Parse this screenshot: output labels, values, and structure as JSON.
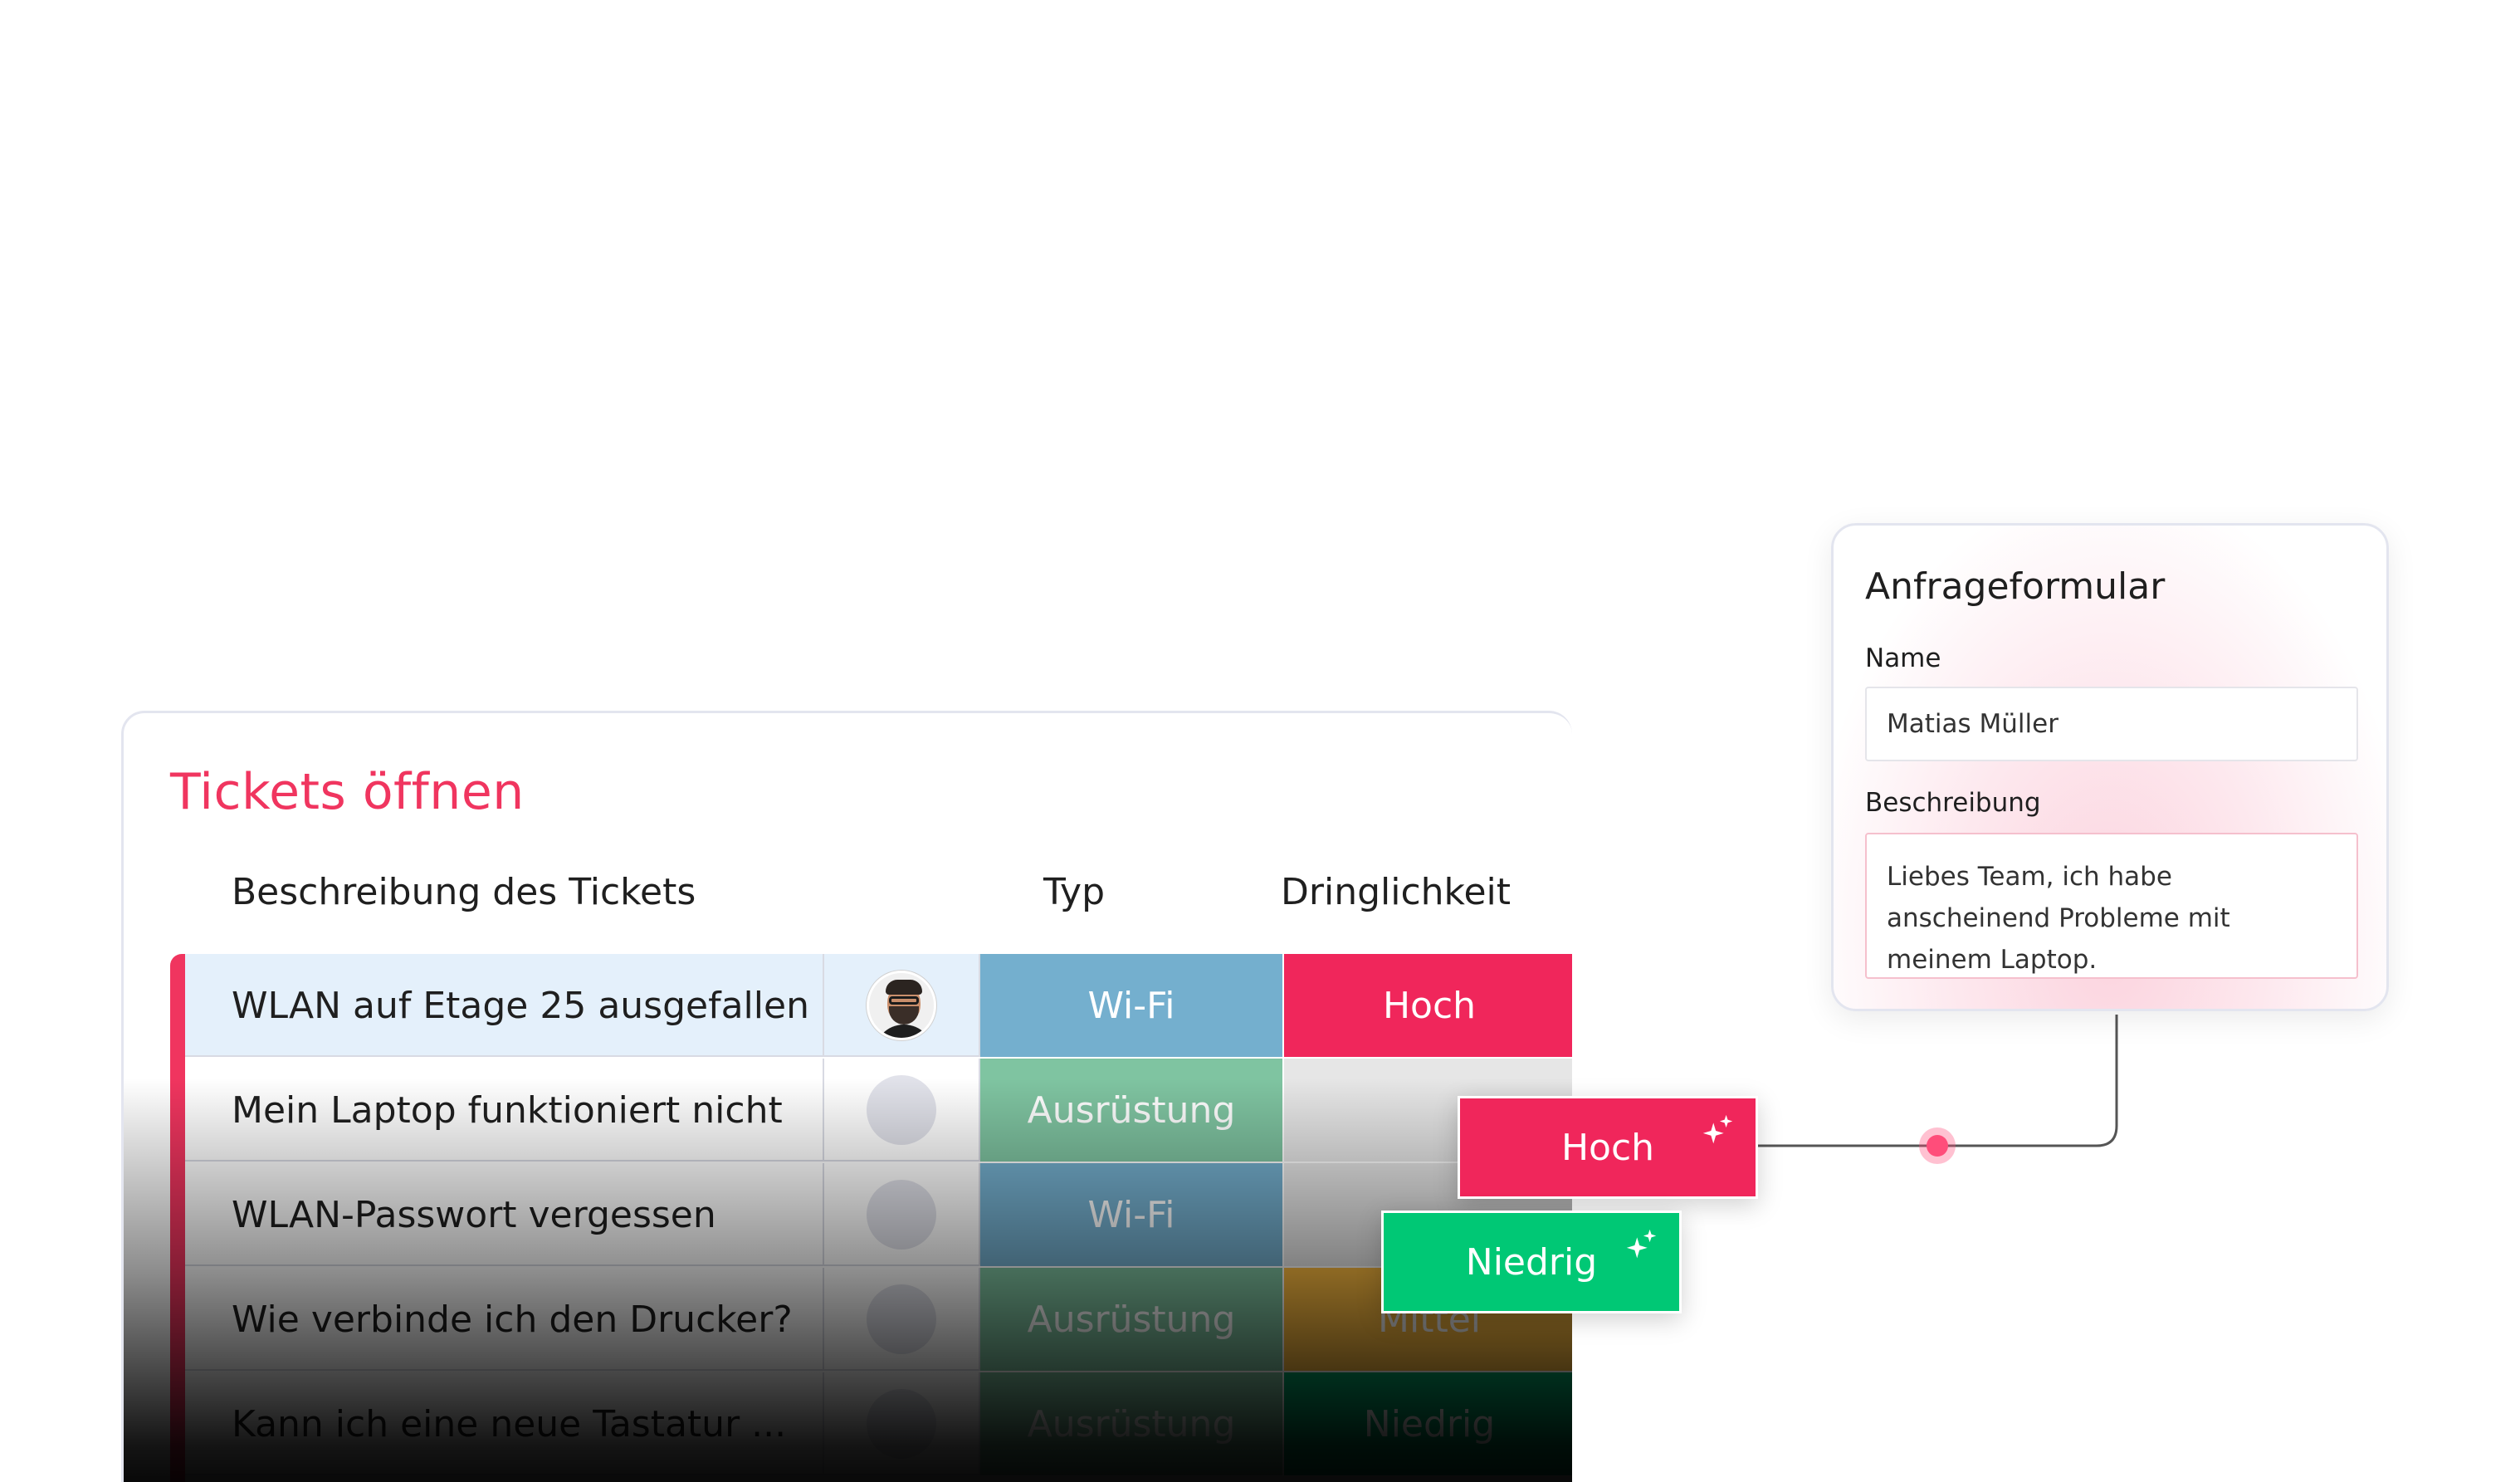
{
  "tickets": {
    "title": "Tickets öffnen",
    "columns": {
      "description": "Beschreibung des Tickets",
      "type": "Typ",
      "urgency": "Dringlichkeit"
    },
    "rows": [
      {
        "description": "WLAN auf Etage 25 ausgefallen",
        "avatar": "person-photo",
        "type": "Wi-Fi",
        "type_color": "#74afce",
        "urgency": "Hoch",
        "urgency_color": "#f0265b"
      },
      {
        "description": "Mein Laptop funktioniert nicht",
        "avatar": "empty",
        "type": "Ausrüstung",
        "type_color": "#7fc4a1",
        "urgency": "",
        "urgency_color": "#e6e6e6"
      },
      {
        "description": "WLAN-Passwort vergessen",
        "avatar": "empty",
        "type": "Wi-Fi",
        "type_color": "#74afce",
        "urgency": "",
        "urgency_color": "#e6e6e6"
      },
      {
        "description": "Wie verbinde ich den Drucker?",
        "avatar": "empty",
        "type": "Ausrüstung",
        "type_color": "#7fc4a1",
        "urgency": "Mittel",
        "urgency_color": "#fdbc40"
      },
      {
        "description": "Kann ich eine neue Tastatur ...",
        "avatar": "empty",
        "type": "Ausrüstung",
        "type_color": "#7fc4a1",
        "urgency": "Niedrig",
        "urgency_color": "#00a86a"
      }
    ]
  },
  "floating_tags": {
    "hoch": {
      "label": "Hoch",
      "color": "#f0265b",
      "icon": "sparkle-icon"
    },
    "niedrig": {
      "label": "Niedrig",
      "color": "#00c875",
      "icon": "sparkle-icon"
    }
  },
  "form": {
    "title": "Anfrageformular",
    "name_label": "Name",
    "name_value": "Matias Müller",
    "description_label": "Beschreibung",
    "description_value": "Liebes Team, ich habe anscheinend Probleme mit meinem Laptop.",
    "description_lines": [
      "Liebes Team, ich habe",
      "anscheinend Probleme mit",
      "meinem Laptop."
    ]
  },
  "colors": {
    "accent": "#f0355f",
    "connector": "#555555",
    "connector_dot": "#ff4d7a"
  }
}
